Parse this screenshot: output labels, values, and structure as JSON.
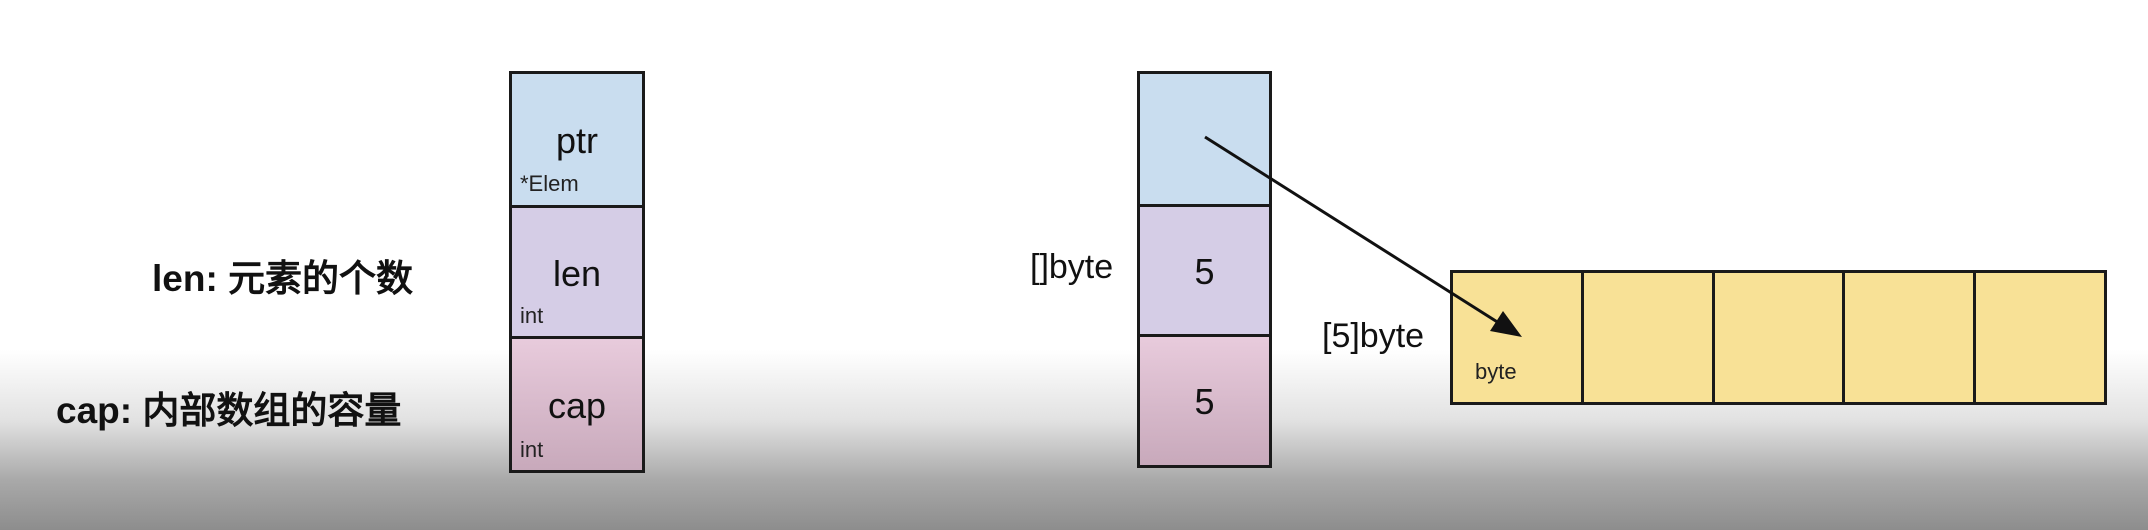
{
  "left_struct": {
    "fields": [
      {
        "name": "ptr",
        "type": "*Elem"
      },
      {
        "name": "len",
        "type": "int"
      },
      {
        "name": "cap",
        "type": "int"
      }
    ],
    "annotations": {
      "len_key": "len:",
      "len_desc": "元素的个数",
      "cap_key": "cap:",
      "cap_desc": "内部数组的容量"
    }
  },
  "right_example": {
    "slice_type": "[]byte",
    "len_value": "5",
    "cap_value": "5",
    "array_type": "[5]byte",
    "element_type": "byte",
    "array_cells": 5
  },
  "colors": {
    "ptr_fill": "#c9ddef",
    "len_fill": "#d5cde6",
    "cap_fill_top": "#e8cbdc",
    "cap_fill_bottom": "#c8a9bb",
    "array_fill": "#f8e196",
    "border": "#1a1a1a"
  }
}
